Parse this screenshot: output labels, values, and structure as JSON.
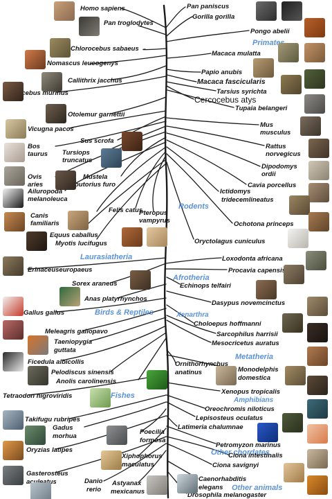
{
  "colors": {
    "branch": "#1a1a1a",
    "group_label": "#5b93d6"
  },
  "groups": [
    "Primates",
    "Rodents",
    "Laurasiatheria",
    "Afrotheria",
    "Xenarthra",
    "Birds & Reptiles",
    "Metatheria",
    "Fishes",
    "Amphibians",
    "Other chordates",
    "Other animals"
  ],
  "species": [
    [
      "Homo sapiens"
    ],
    [
      "Pan troglodytes"
    ],
    [
      "Pan paniscus"
    ],
    [
      "Gorilla gorilla"
    ],
    [
      "Pongo abelii"
    ],
    [
      "Chlorocebus sabaeus"
    ],
    [
      "Nomascus leucogenys"
    ],
    [
      "Macaca mulatta"
    ],
    [
      "Callithrix jacchus"
    ],
    [
      "Papio anubis"
    ],
    [
      "Macaca fascicularis"
    ],
    [
      "Microcebus murinus"
    ],
    [
      "Tarsius syrichta"
    ],
    [
      "Cercocebus atys"
    ],
    [
      "Tupaia belangeri"
    ],
    [
      "Otolemur garnettii"
    ],
    [
      "Vicugna pacos"
    ],
    [
      "Sus scrofa"
    ],
    [
      "Mus",
      "musculus"
    ],
    [
      "Bos",
      "taurus"
    ],
    [
      "Tursiops",
      "truncatus"
    ],
    [
      "Rattus",
      "norvegicus"
    ],
    [
      "Ovis",
      "aries"
    ],
    [
      "Mustela",
      "putorius furo"
    ],
    [
      "Dipodomys",
      "ordii"
    ],
    [
      "Ailuropoda",
      "melanoleuca"
    ],
    [
      "Cavia porcellus"
    ],
    [
      "Ictidomys",
      "tridecemlineatus"
    ],
    [
      "Canis",
      "familiaris"
    ],
    [
      "Felis catus"
    ],
    [
      "Pteropus",
      "vampyrus"
    ],
    [
      "Equus caballus"
    ],
    [
      "Ochotona princeps"
    ],
    [
      "Myotis lucifugus"
    ],
    [
      "Oryctolagus cuniculus"
    ],
    [
      "Loxodonta africana"
    ],
    [
      "Procavia capensis"
    ],
    [
      "Erinaceuseuropaeus"
    ],
    [
      "Sorex araneus"
    ],
    [
      "Echinops telfairi"
    ],
    [
      "Anas platyrhynchos"
    ],
    [
      "Dasypus novemcinctus"
    ],
    [
      "Gallus gallus"
    ],
    [
      "Choloepus hoffmanni"
    ],
    [
      "Meleagris gallopavo"
    ],
    [
      "Sarcophilus harrisii"
    ],
    [
      "Taeniopygia",
      "guttata"
    ],
    [
      "Mesocricetus auratus"
    ],
    [
      "Ficedula albicollis"
    ],
    [
      "Ornithorhynchus",
      "anatinus"
    ],
    [
      "Monodelphis",
      "domestica"
    ],
    [
      "Pelodiscus sinensis"
    ],
    [
      "Anolis carolinensis"
    ],
    [
      "Tetraodon nigroviridis"
    ],
    [
      "Xenopus tropicalis"
    ],
    [
      "Oreochromis niloticus"
    ],
    [
      "Takifugu rubripes"
    ],
    [
      "Lepisosteus oculatus"
    ],
    [
      "Gadus",
      "morhua"
    ],
    [
      "Poecilia",
      "formosa"
    ],
    [
      "Latimeria chalumnae"
    ],
    [
      "Oryzias latipes"
    ],
    [
      "Petromyzon marinus"
    ],
    [
      "Xiphophorus",
      "maculatus"
    ],
    [
      "Ciona intestinalis"
    ],
    [
      "Ciona savignyi"
    ],
    [
      "Gasterosteus",
      "aculeatus"
    ],
    [
      "Danio",
      "rerio"
    ],
    [
      "Astyanax",
      "mexicanus"
    ],
    [
      "Caenorhabditis",
      "elegans"
    ],
    [
      "Drosophila melanogaster"
    ]
  ]
}
